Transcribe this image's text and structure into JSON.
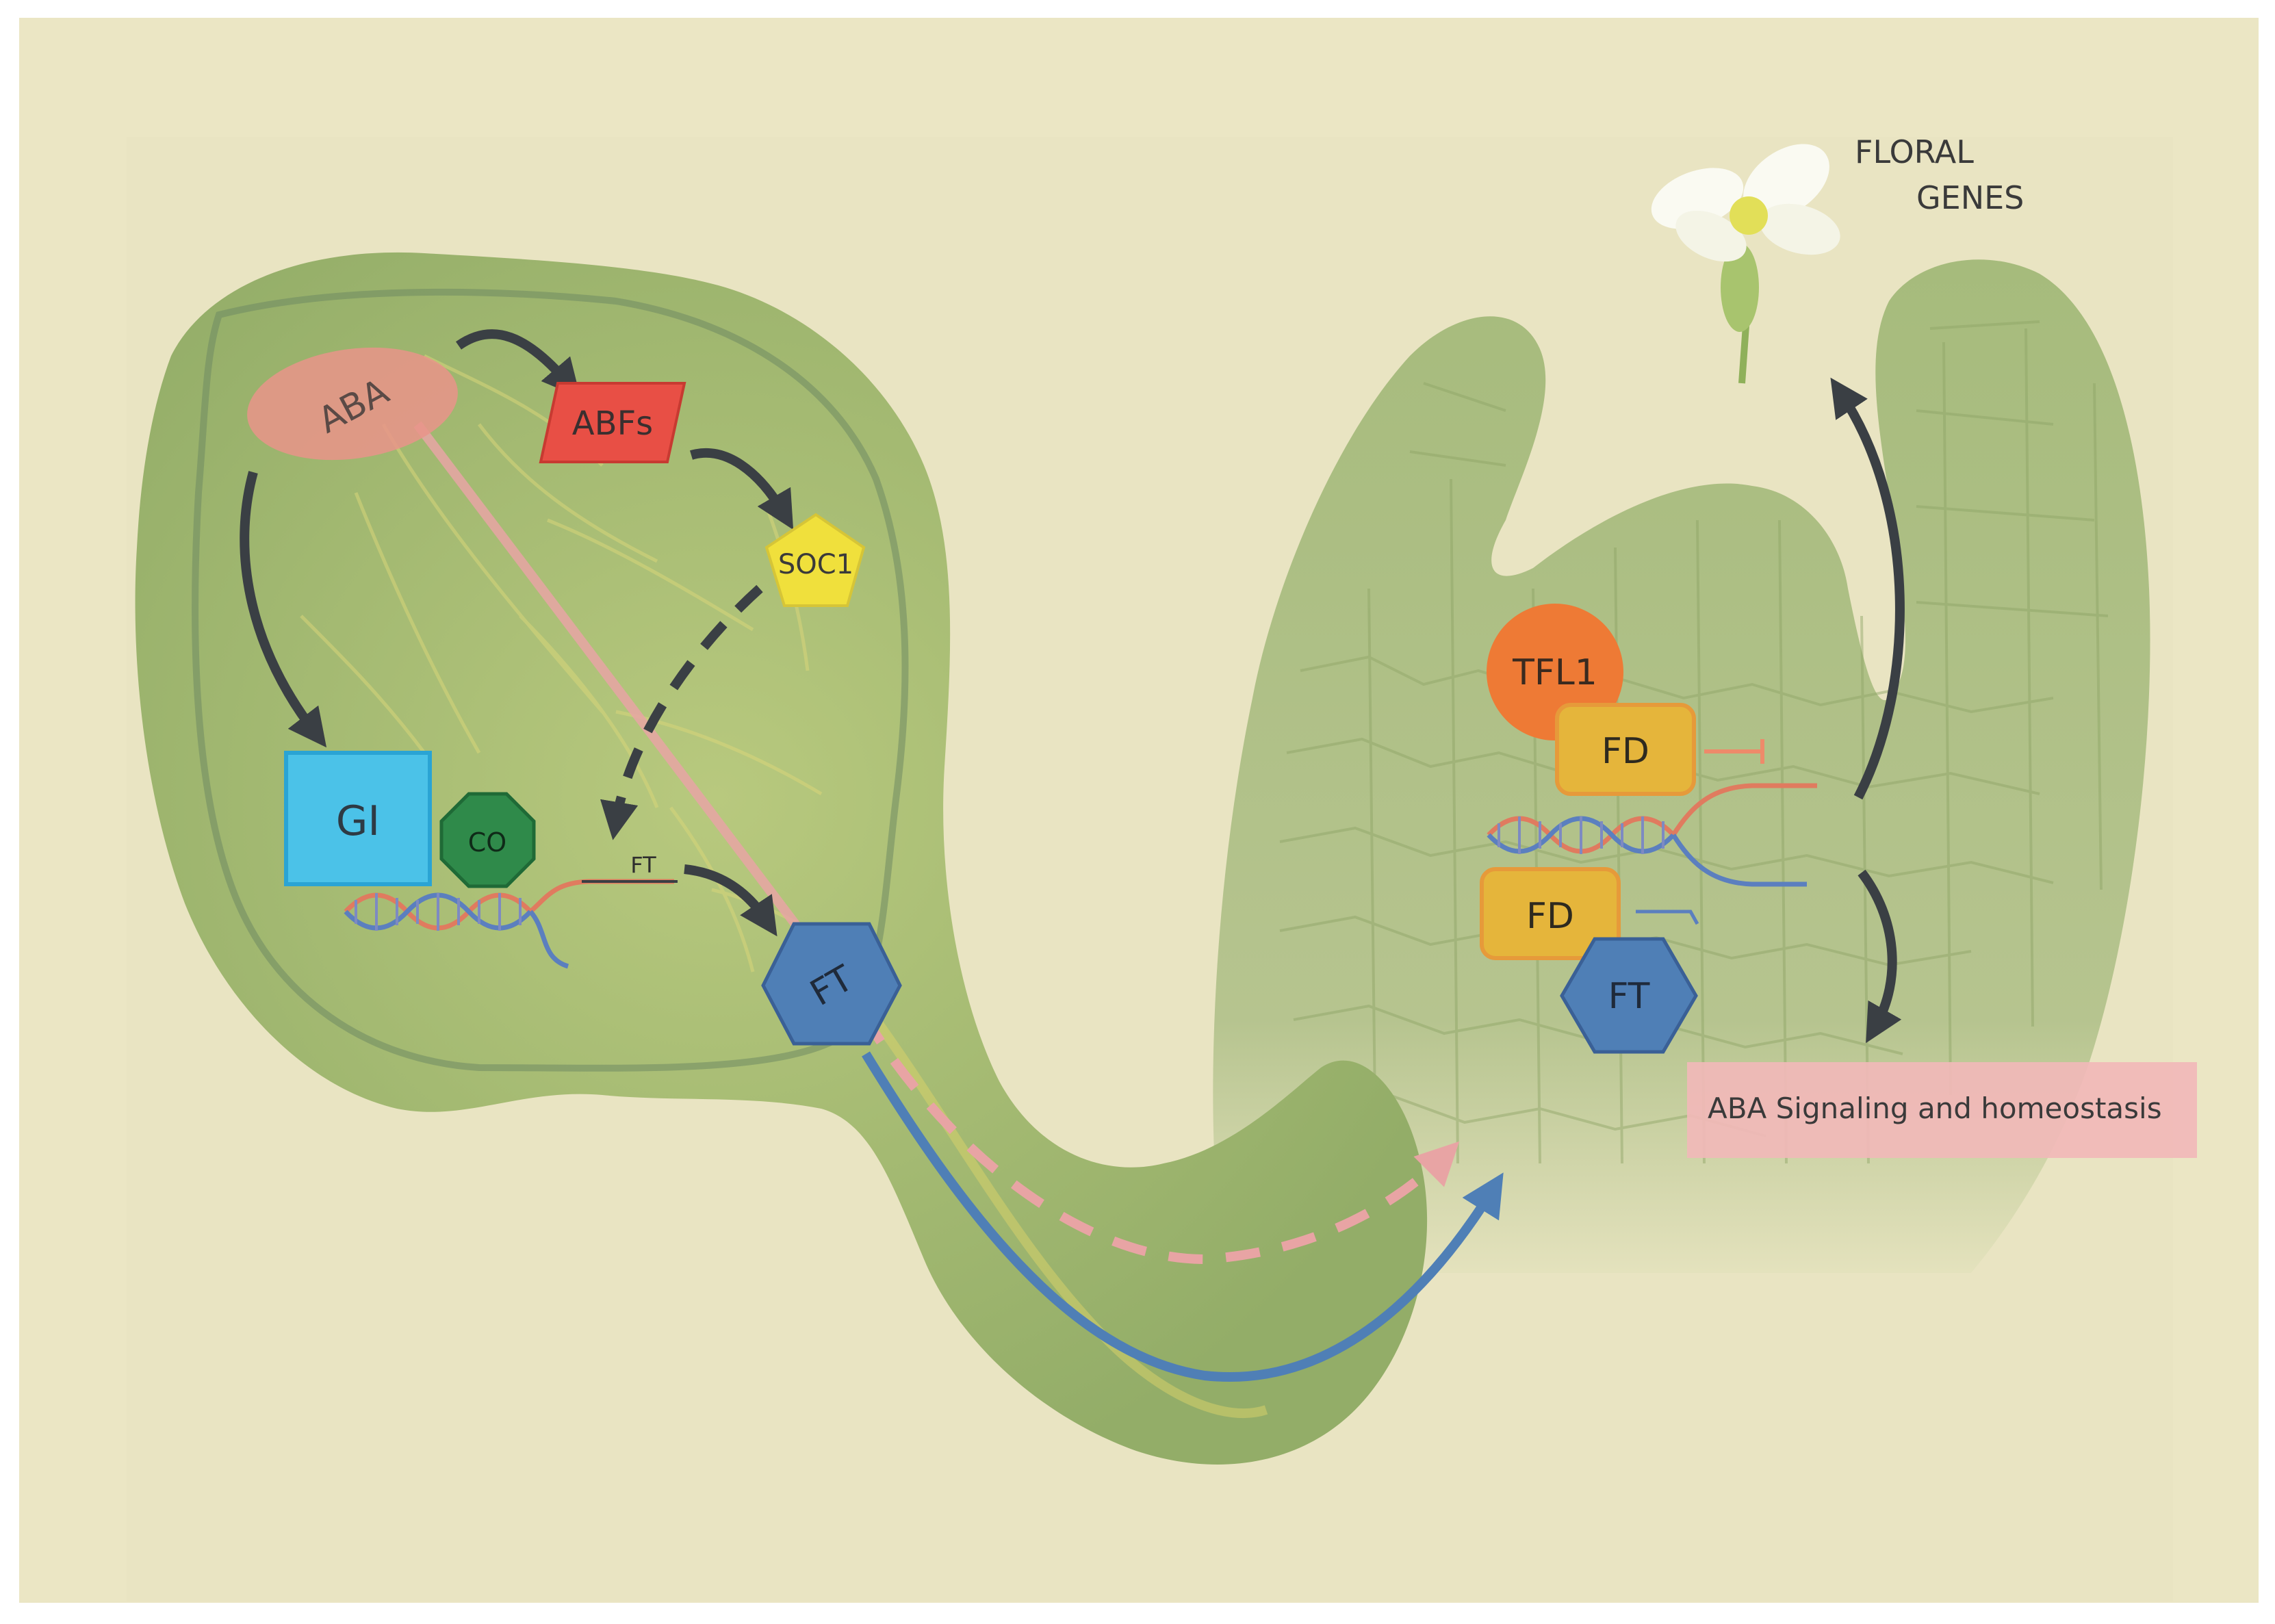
{
  "labels": {
    "aba": "ABA",
    "abfs": "ABFs",
    "soc1": "SOC1",
    "gi": "GI",
    "co": "CO",
    "ft_gene": "FT",
    "ft_leaf": "FT",
    "tfl1": "TFL1",
    "fd_upper": "FD",
    "fd_lower": "FD",
    "ft_apex": "FT",
    "floral_line1": "FLORAL",
    "floral_line2": "GENES",
    "aba_signaling": "ABA Signaling and homeostasis"
  },
  "colors": {
    "background": "#ebe6c4",
    "leaf": "#9cb56e",
    "apex": "#a9bd80",
    "aba": "#e9948a",
    "abfs": "#e84f45",
    "soc1": "#f0e03c",
    "gi": "#4bc2e8",
    "co": "#2f8a4a",
    "ft": "#4f7fb6",
    "tfl1": "#ee7a35",
    "fd": "#e5b53b",
    "aba_box": "#f1b8b8",
    "arrow": "#3a3f44",
    "blue_path": "#4f7fb6",
    "pink_path": "#e8a4a4"
  }
}
